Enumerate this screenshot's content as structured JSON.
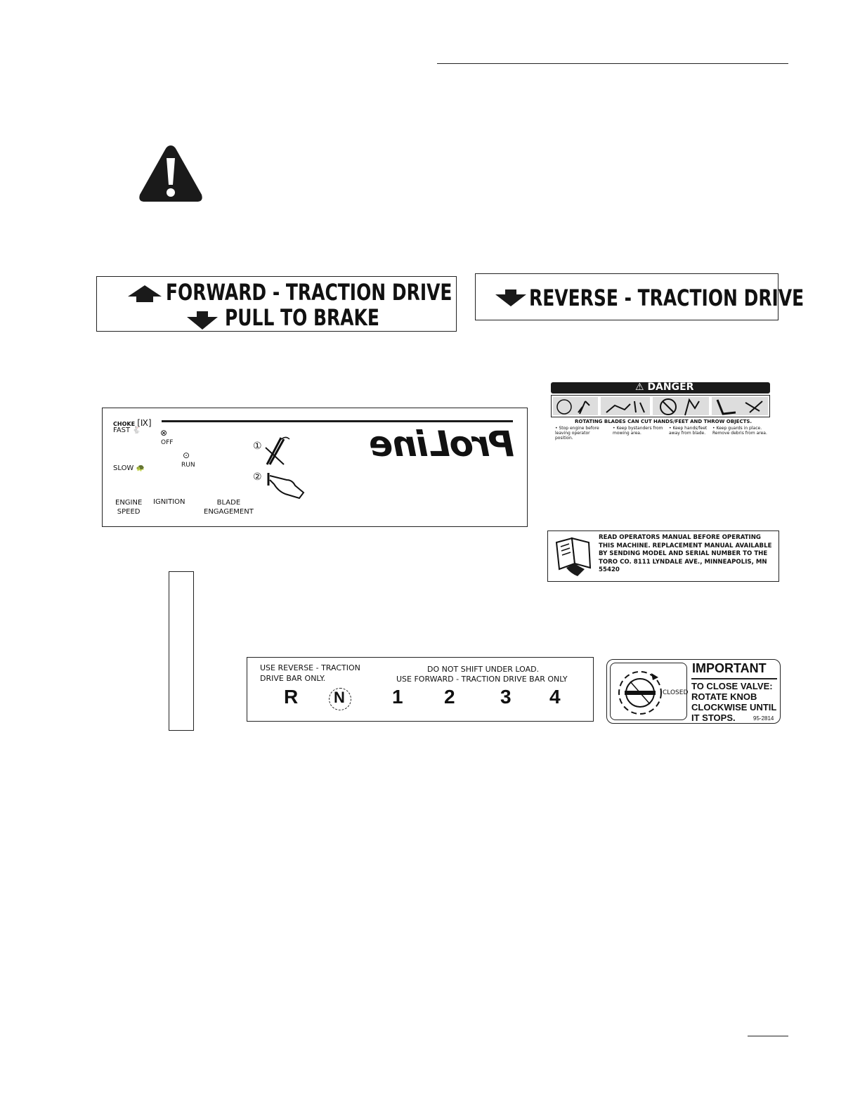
{
  "forward_decal": {
    "line1": "FORWARD - TRACTION DRIVE",
    "line2": "PULL TO BRAKE"
  },
  "reverse_decal": {
    "line1": "REVERSE - TRACTION DRIVE"
  },
  "danger_decal": {
    "header": "DANGER",
    "headline": "ROTATING BLADES CAN CUT HANDS/FEET AND THROW OBJECTS.",
    "bullets": [
      "• Stop engine before leaving operator position.",
      "• Keep bystanders from mowing area.",
      "• Keep hands/feet away from blade.",
      "• Keep guards in place. Remove debris from area."
    ]
  },
  "control_panel": {
    "choke": "CHOKE",
    "fast": "FAST",
    "slow": "SLOW",
    "off": "OFF",
    "run": "RUN",
    "step1": "①",
    "step2": "②",
    "brand": "ProLine",
    "label_engine_speed_1": "ENGINE",
    "label_engine_speed_2": "SPEED",
    "label_ignition": "IGNITION",
    "label_blade_1": "BLADE",
    "label_blade_2": "ENGAGEMENT"
  },
  "manual_decal": {
    "text": "READ OPERATORS MANUAL BEFORE OPERATING THIS MACHINE. REPLACEMENT MANUAL AVAILABLE BY SENDING MODEL AND SERIAL NUMBER TO THE TORO CO. 8111 LYNDALE AVE., MINNEAPOLIS, MN 55420"
  },
  "shift_decal": {
    "left1": "USE REVERSE - TRACTION",
    "left2": "DRIVE BAR ONLY.",
    "center1": "DO NOT SHIFT UNDER LOAD.",
    "center2": "USE FORWARD - TRACTION DRIVE BAR ONLY",
    "gears": [
      "R",
      "N",
      "1",
      "2",
      "3",
      "4"
    ]
  },
  "valve_decal": {
    "title": "IMPORTANT",
    "closed": "CLOSED",
    "line1": "TO CLOSE VALVE:",
    "line2": "ROTATE KNOB",
    "line3": "CLOCKWISE UNTIL",
    "line4": "IT STOPS.",
    "part_no": "95-2814"
  }
}
